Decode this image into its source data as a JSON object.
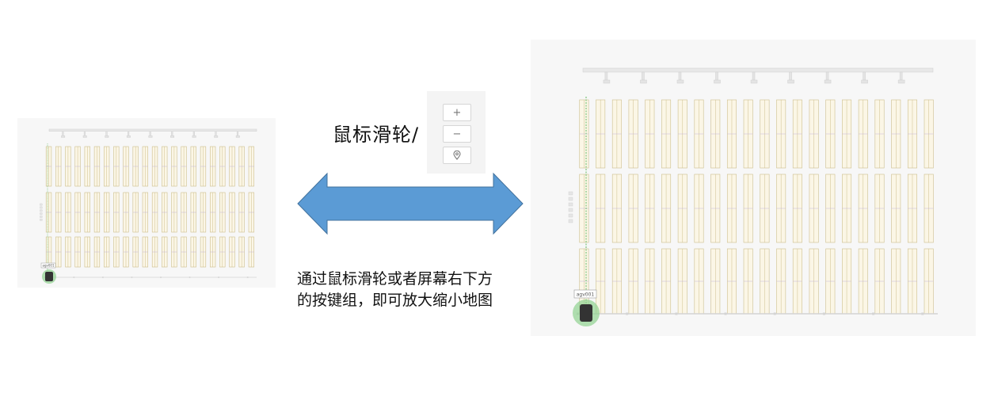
{
  "caption": {
    "title": "鼠标滑轮/",
    "body": "通过鼠标滑轮或者屏幕右下方的按键组，即可放大缩小地图"
  },
  "zoom_controls": {
    "zoom_in_label": "+",
    "zoom_out_label": "−",
    "locate_icon": "location-pin-icon"
  },
  "map_before": {
    "robot_label": "agv001"
  },
  "map_after": {
    "robot_label": "agv001"
  },
  "colors": {
    "arrow_fill": "#5b9bd5",
    "arrow_stroke": "#41719c",
    "shelf_fill": "#fbf6e6",
    "shelf_line": "#cdbf8d",
    "path_green": "#7cc47c",
    "robot_glow": "#8fd18f",
    "panel_bg": "#f4f4f4"
  }
}
